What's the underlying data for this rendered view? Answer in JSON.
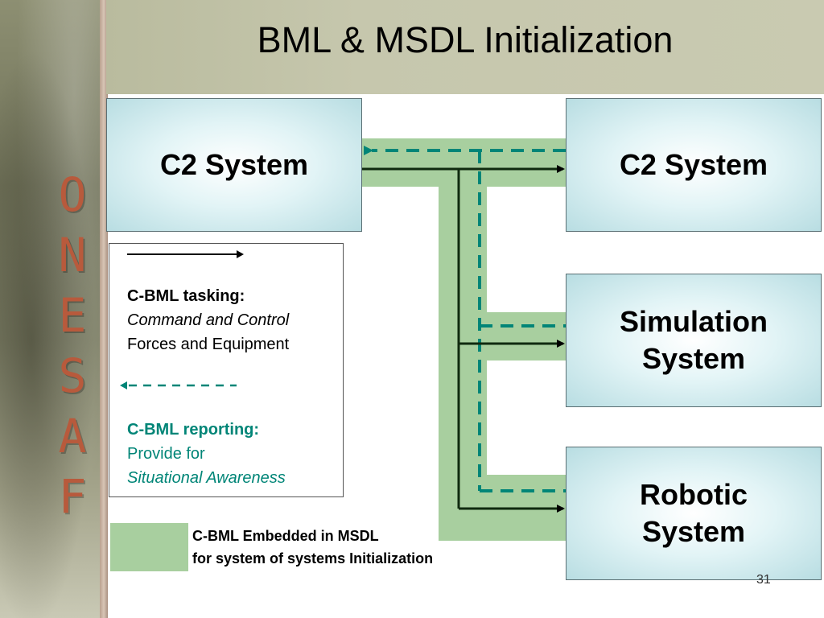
{
  "title": "BML & MSDL Initialization",
  "logo_text": "ONESAF",
  "boxes": {
    "c2_left": "C2 System",
    "c2_right": "C2 System",
    "simulation": [
      "Simulation",
      "System"
    ],
    "robotic": [
      "Robotic",
      "System"
    ]
  },
  "legend": {
    "tasking": {
      "title": "C-BML tasking:",
      "line1": "Command and Control",
      "line2": "Forces and Equipment"
    },
    "reporting": {
      "title": "C-BML reporting:",
      "line1": "Provide for",
      "line2": "Situational Awareness"
    }
  },
  "msdl_legend": {
    "line1": "C-BML Embedded in MSDL",
    "line2": "for system of systems Initialization"
  },
  "slide_number": "31",
  "colors": {
    "tasking_line": "#000000",
    "reporting_line": "#008577",
    "msdl_band": "#a8cf9f",
    "box_fill": "#d4eef1",
    "logo": "#b85a3c"
  }
}
